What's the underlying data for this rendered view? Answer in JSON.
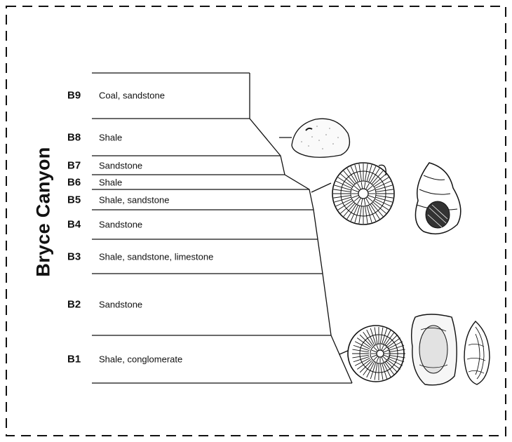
{
  "title": "Bryce Canyon",
  "layers": [
    {
      "code": "B9",
      "rock": "Coal, sandstone"
    },
    {
      "code": "B8",
      "rock": "Shale"
    },
    {
      "code": "B7",
      "rock": "Sandstone"
    },
    {
      "code": "B6",
      "rock": "Shale"
    },
    {
      "code": "B5",
      "rock": "Shale, sandstone"
    },
    {
      "code": "B4",
      "rock": "Sandstone"
    },
    {
      "code": "B3",
      "rock": "Shale, sandstone, limestone"
    },
    {
      "code": "B2",
      "rock": "Sandstone"
    },
    {
      "code": "B1",
      "rock": "Shale, conglomerate"
    }
  ],
  "fossils": [
    {
      "name": "sea-urchin-fossil",
      "layer": "B8"
    },
    {
      "name": "ammonite-fossil",
      "layer": "B6"
    },
    {
      "name": "gastropod-fossil",
      "layer": "B6"
    },
    {
      "name": "ammonite-fossil",
      "layer": "B1"
    },
    {
      "name": "oyster-fossil",
      "layer": "B1"
    },
    {
      "name": "clam-fossil",
      "layer": "B1"
    }
  ]
}
